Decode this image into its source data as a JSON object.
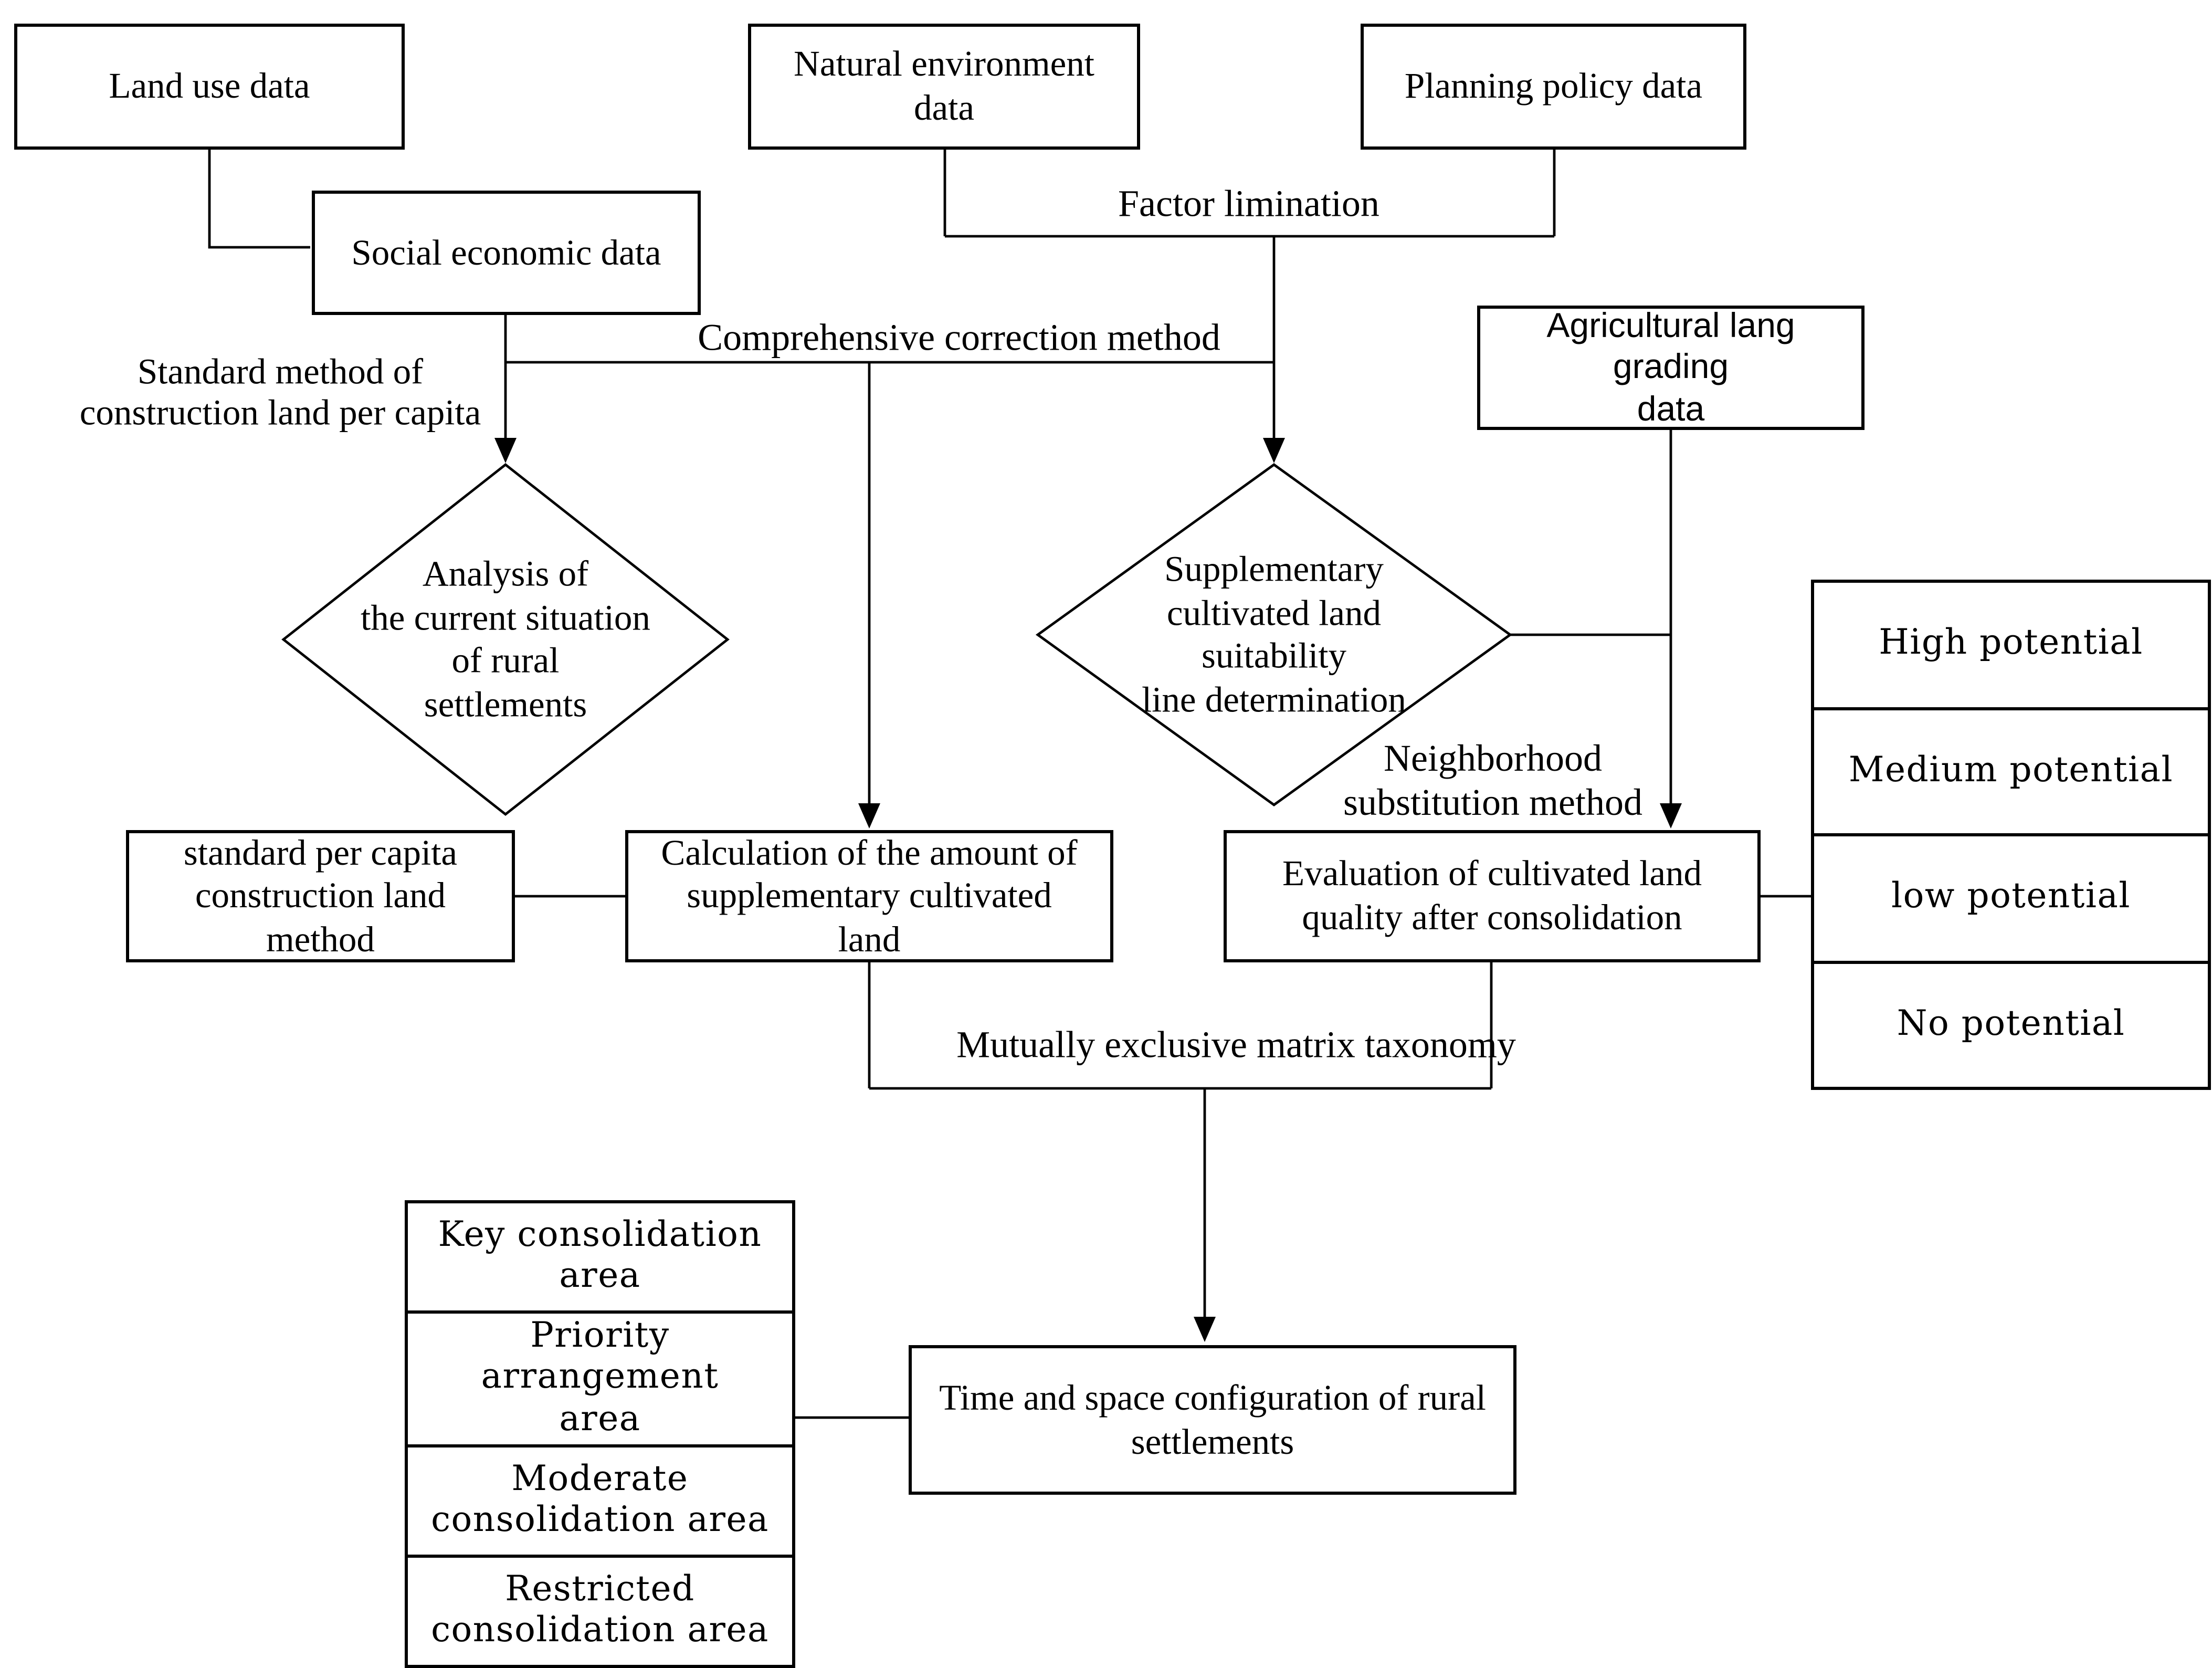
{
  "colors": {
    "ink": "#000000",
    "background": "#ffffff"
  },
  "nodes": {
    "land_use": {
      "label": "Land use data"
    },
    "natural_env": {
      "label": "Natural environment\ndata"
    },
    "planning": {
      "label": "Planning policy data"
    },
    "social_econ": {
      "label": "Social economic data"
    },
    "agricultural": {
      "label": "Agricultural lang grading\ndata"
    },
    "std_per_capita": {
      "label": "standard per capita\nconstruction land\nmethod"
    },
    "calculation": {
      "label": "Calculation of the amount of\nsupplementary cultivated\nland"
    },
    "evaluation": {
      "label": "Evaluation of cultivated land\nquality after consolidation"
    },
    "time_space": {
      "label": "Time and space configuration of rural\nsettlements"
    }
  },
  "diamonds": {
    "analysis": {
      "label": "Analysis of\nthe current situation\nof rural\nsettlements"
    },
    "suitability": {
      "label": "Supplementary\ncultivated land\nsuitability\nline determination"
    }
  },
  "edge_labels": {
    "factor": "Factor limination",
    "standard_method": "Standard method of\nconstruction land per capita",
    "comprehensive": "Comprehensive correction method",
    "neighborhood": "Neighborhood\nsubstitution method",
    "mutually": "Mutually exclusive matrix taxonomy"
  },
  "potential_table": {
    "rows": [
      "High potential",
      "Medium potential",
      "low potential",
      "No potential"
    ]
  },
  "area_table": {
    "rows": [
      "Key consolidation area",
      "Priority arrangement\narea",
      "Moderate\nconsolidation area",
      "Restricted\nconsolidation area"
    ]
  }
}
